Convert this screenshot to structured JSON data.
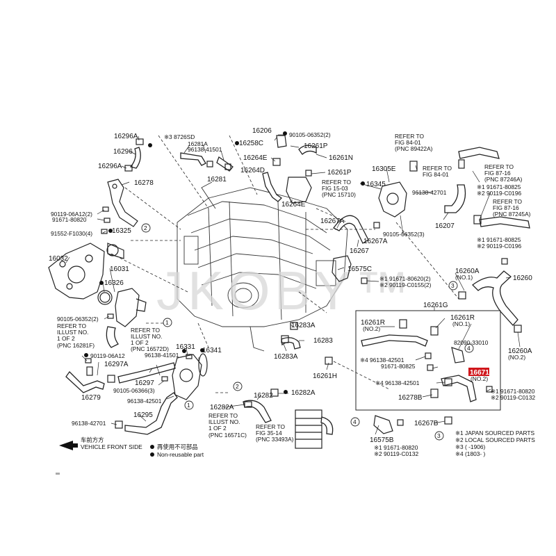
{
  "watermark": "JKOBY™",
  "highlight_color": "#d0161b",
  "labels": {
    "p16296A_top": "16296A",
    "p16296": "16296",
    "p16296A_bot": "16296A",
    "p16278": "16278",
    "p90119_06A12_2": "90119-06A12(2)",
    "p91671_80820": "91671-80820",
    "p91552": "91552-F1030(4)",
    "p16325": "16325",
    "p16032": "16032",
    "p16031": "16031",
    "p16326": "16326",
    "p90105_06352_2_left": "90105-06352(2)",
    "refer_illust_left": "REFER TO",
    "refer_illust_left_2": "ILLUST NO.",
    "refer_illust_left_3": "1 OF 2",
    "refer_illust_left_4": "(PNC 16281F)",
    "p90119_06A12": "90119-06A12",
    "p16297A": "16297A",
    "p16279": "16279",
    "p96138_42701_left": "96138-42701",
    "p16295": "16295",
    "p8726SD": "※3 8726SD",
    "p16281A": "16281A",
    "p96138_41501_top": "96138-41501",
    "p16281": "16281",
    "p16258C": "16258C",
    "p16206": "16206",
    "p90105_06352_2_top": "90105-06352(2)",
    "p16261P_top": "16261P",
    "p16264E_top": "16264E",
    "p16261N": "16261N",
    "p16264D": "16264D",
    "p16261P_mid": "16261P",
    "refer_15_03": "REFER TO",
    "refer_15_03_2": "FIG 15-03",
    "refer_15_03_3": "(PNC 15710)",
    "p16264E_mid": "16264E",
    "p16267A_left": "16267A",
    "p16267": "16267",
    "refer_84_01_a": "REFER TO",
    "refer_84_01_a2": "FIG 84-01",
    "refer_84_01_a3": "(PNC 89422A)",
    "refer_84_01_b": "REFER TO",
    "refer_84_01_b2": "FIG 84-01",
    "p16305E": "16305E",
    "p16345": "16345",
    "p96138_42701_right": "96138-42701",
    "p16207": "16207",
    "p90105_06352_3": "90105-06352(3)",
    "p16267A_right": "16267A",
    "refer_87_16_a": "REFER TO",
    "refer_87_16_a2": "FIG 87-16",
    "refer_87_16_a3": "(PNC 87246A)",
    "p91671_80825_top": "※1 91671-80825",
    "p90119_C0196_top": "※2 90119-C0196",
    "refer_87_16_b": "REFER TO",
    "refer_87_16_b2": "FIG 87-16",
    "refer_87_16_b3": "(PNC 87245A)",
    "p91671_80825_mid": "※1 91671-80825",
    "p90119_C0196_mid": "※2 90119-C0196",
    "p16575C": "16575C",
    "p91671_80620_2": "※1 91671-80620(2)",
    "p90119_C0155_2": "※2 90119-C0155(2)",
    "p16260A_top": "16260A",
    "p16260A_top_no": "(NO.1)",
    "p16260": "16260",
    "p16260A_bot": "16260A",
    "p16260A_bot_no": "(NO.2)",
    "p16261G": "16261G",
    "p16261R_left": "16261R",
    "p16261R_left_no": "(NO.2)",
    "p16261R_right": "16261R",
    "p16261R_right_no": "(NO.1)",
    "p82090": "82090-33010",
    "p96138_42501_a": "※4 96138-42501",
    "p91671_80825_box": "91671-80825",
    "p16671": "16671",
    "p16671_no": "(NO.2)",
    "p96138_42501_b": "※4 96138-42501",
    "p16278B": "16278B",
    "p16267B": "16267B",
    "p16283A_top": "16283A",
    "p16283": "16283",
    "p16283A_mid": "16283A",
    "p16261H": "16261H",
    "refer_illust_mid": "REFER TO",
    "refer_illust_mid_2": "ILLUST NO.",
    "refer_illust_mid_3": "1 OF 2",
    "refer_illust_mid_4": "(PNC 16572D)",
    "p96138_41501_mid": "96138-41501",
    "p16331": "16331",
    "p16341": "16341",
    "p16297": "16297",
    "p90105_06366_3": "90105-06366(3)",
    "p96138_42501_left": "96138-42501",
    "p16282A_left": "16282A",
    "refer_illust_low": "REFER TO",
    "refer_illust_low_2": "ILLUST NO.",
    "refer_illust_low_3": "1 OF 2",
    "refer_illust_low_4": "(PNC 16571C)",
    "p16282": "16282",
    "p16282A_right": "16282A",
    "refer_35_14": "REFER TO",
    "refer_35_14_2": "FIG 35-14",
    "refer_35_14_3": "(PNC 33493A)",
    "p16575B": "16575B",
    "p91671_80820_bot": "※1 91671-80820",
    "p90119_C0132_bot": "※2 90119-C0132",
    "p91671_80820_right": "※1 91671-80820",
    "p90119_C0132_right": "※2 90119-C0132",
    "circle_1": "1",
    "circle_2": "2",
    "circle_3": "3",
    "circle_4": "4"
  },
  "notes": {
    "japan_sourced": "※1  JAPAN SOURCED PARTS",
    "local_sourced": "※2  LOCAL SOURCED PARTS",
    "note3": "※3 (      -1906)",
    "note4": "※4 (1803-      )"
  },
  "legend": {
    "front_cn": "车前方方",
    "front_en": "VEHICLE FRONT SIDE",
    "nonreuse_cn": "再使用不可部品",
    "nonreuse_en": "Non-reusable part"
  }
}
